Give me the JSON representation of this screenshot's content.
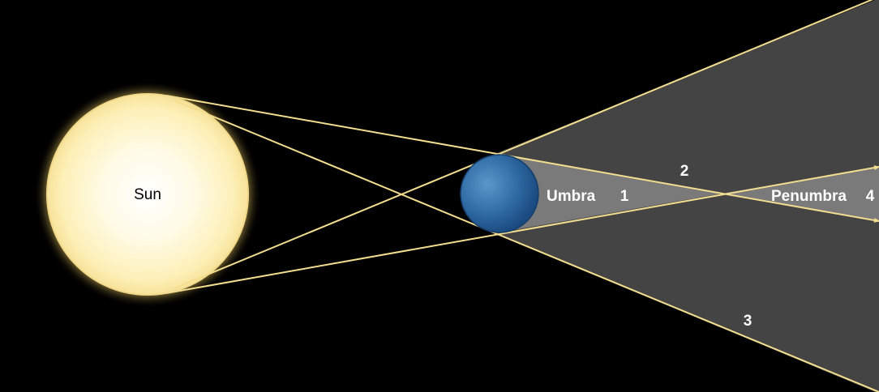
{
  "labels": {
    "sun": "Sun",
    "umbra": "Umbra",
    "penumbra": "Penumbra",
    "region_1": "1",
    "region_2": "2",
    "region_3": "3",
    "region_4": "4"
  },
  "colors": {
    "background": "#000000",
    "sun_core": "#ffffff",
    "sun_edge": "#fde9a0",
    "sun_glow": "#fff2b0",
    "ray": "#f3dd8e",
    "penumbra_fill": "#444444",
    "umbra_fill": "#7a7a7a",
    "earth_light": "#4f8bc0",
    "earth_dark": "#1b4f86"
  }
}
